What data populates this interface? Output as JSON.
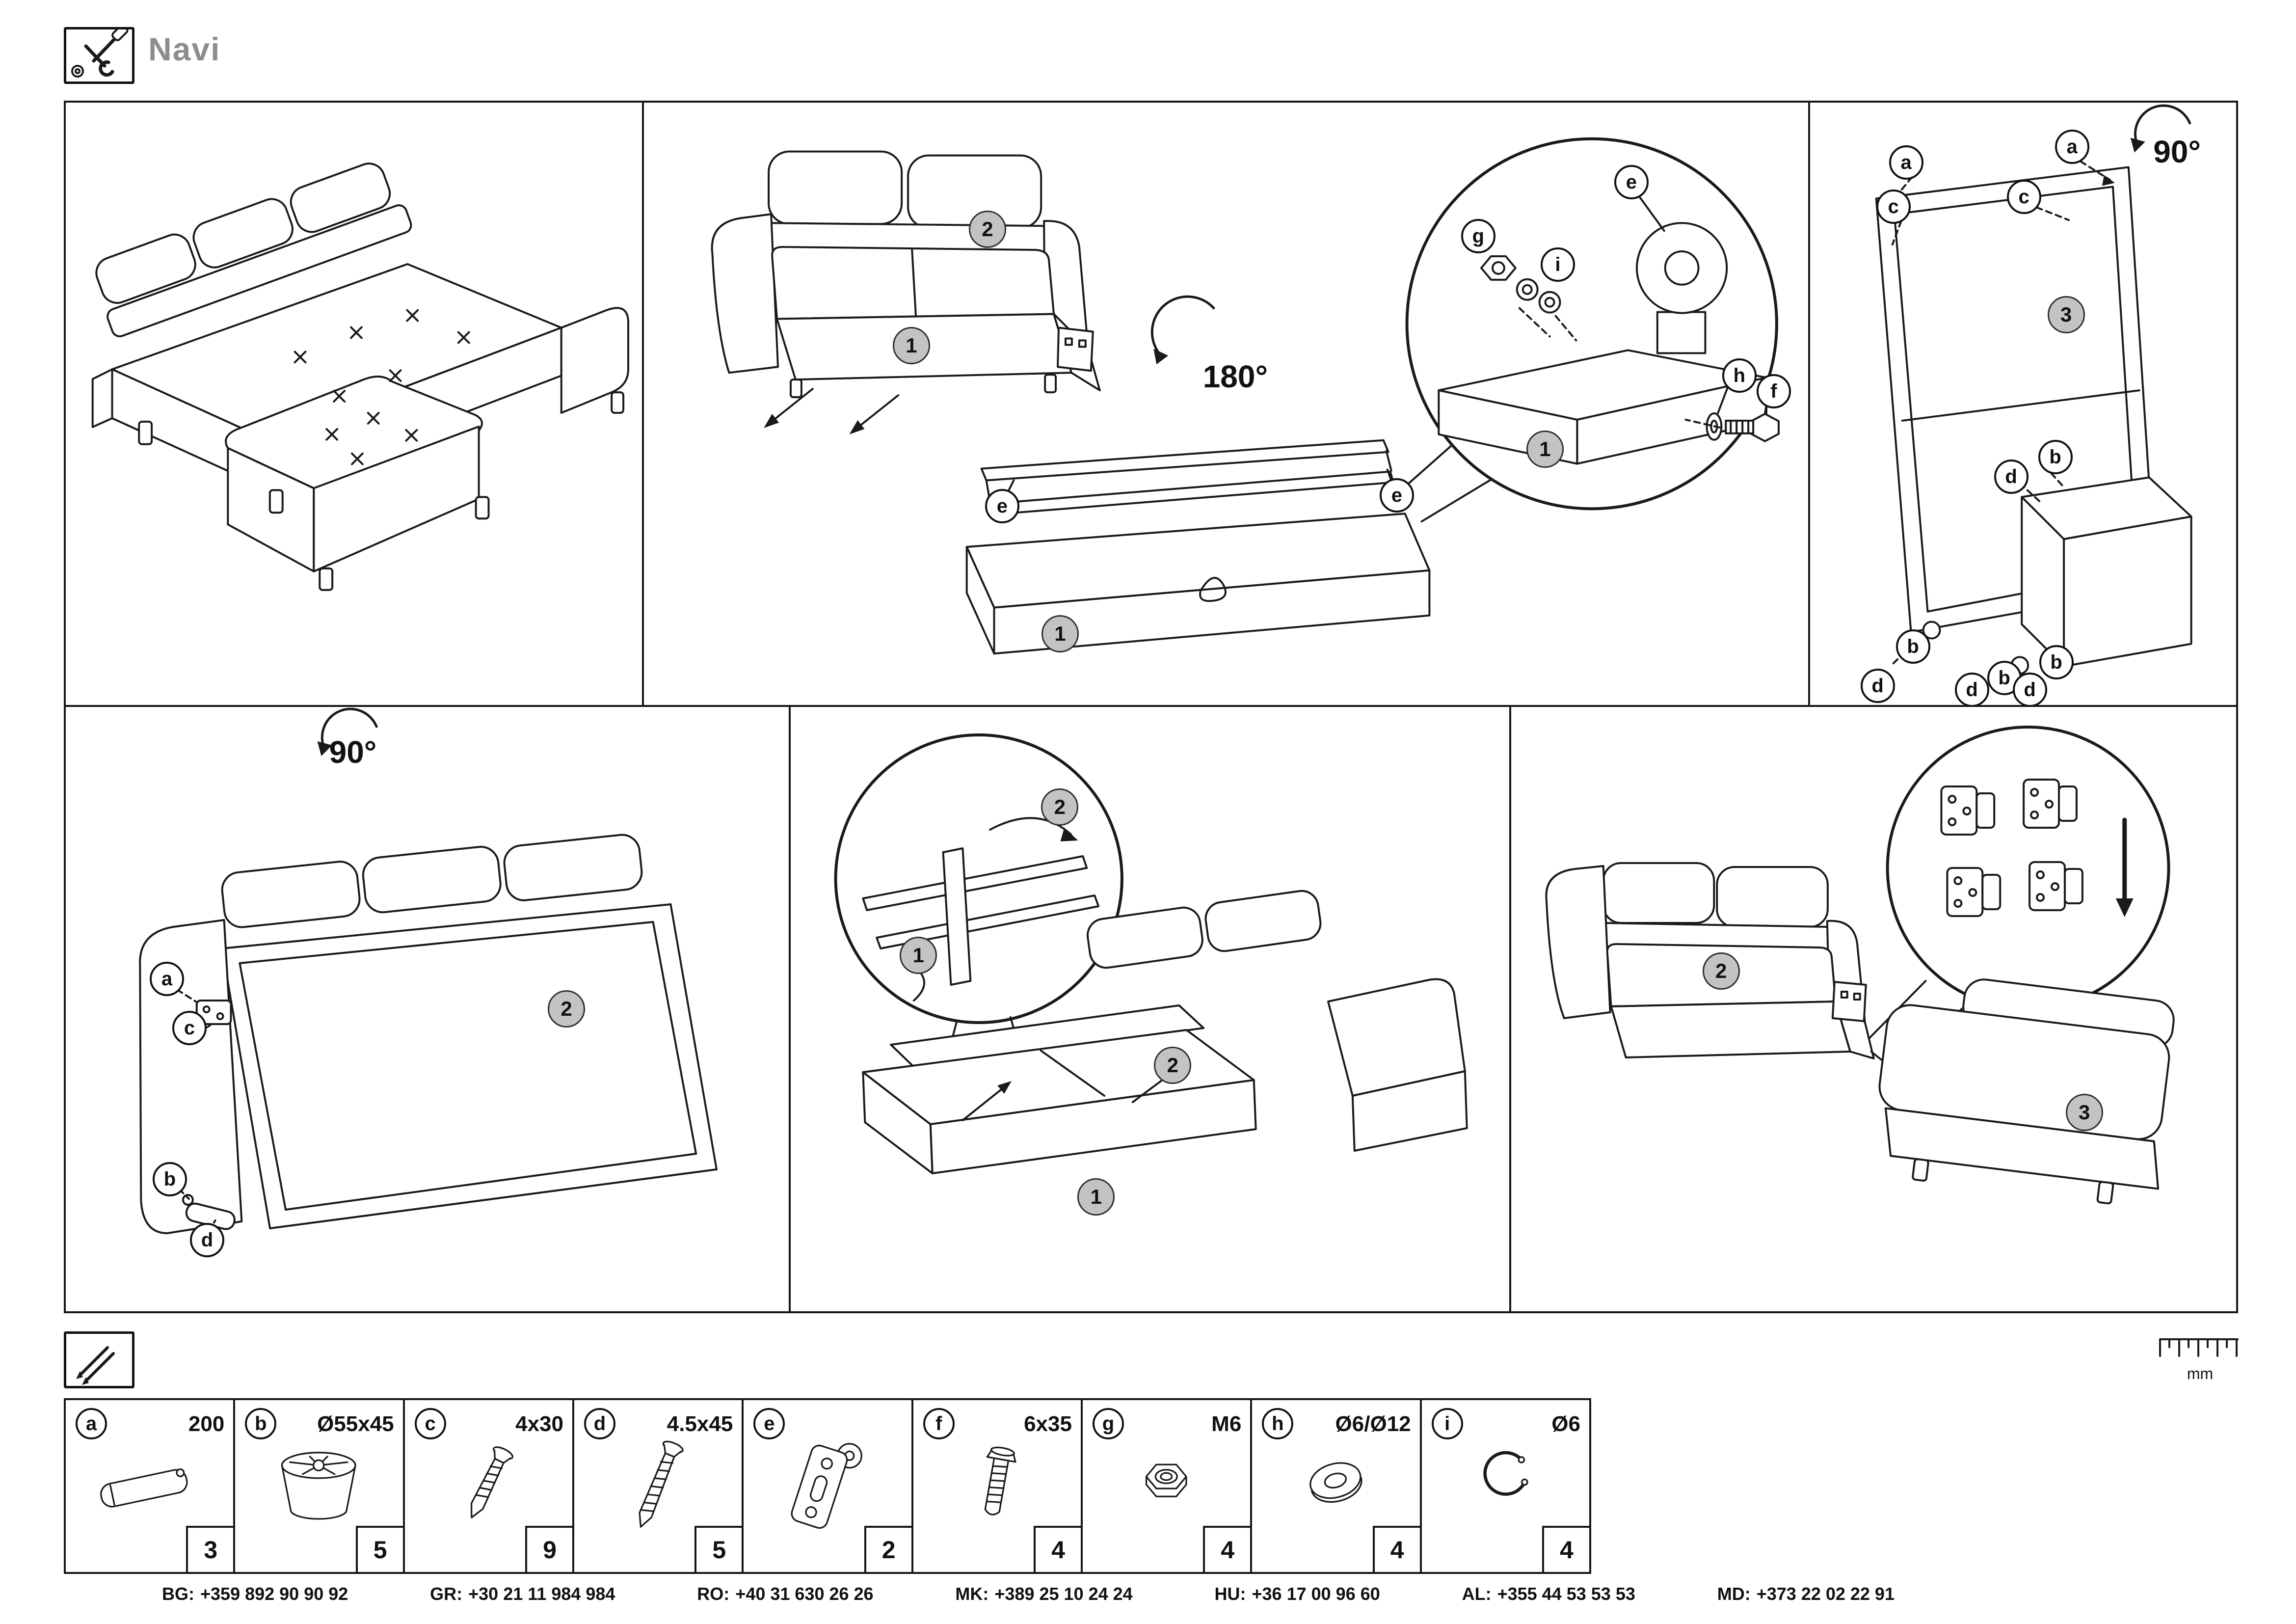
{
  "header": {
    "title": "Navi"
  },
  "labels": {
    "n1": "1",
    "n2": "2",
    "n3": "3",
    "a": "a",
    "b": "b",
    "c": "c",
    "d": "d",
    "e": "e",
    "f": "f",
    "g": "g",
    "h": "h",
    "i": "i",
    "rot180": "180°",
    "rot90": "90°"
  },
  "ruler": {
    "unit": "mm"
  },
  "parts": [
    {
      "letter": "a",
      "size": "200",
      "qty": "3"
    },
    {
      "letter": "b",
      "size": "Ø55x45",
      "qty": "5"
    },
    {
      "letter": "c",
      "size": "4x30",
      "qty": "9"
    },
    {
      "letter": "d",
      "size": "4.5x45",
      "qty": "5"
    },
    {
      "letter": "e",
      "size": "",
      "qty": "2"
    },
    {
      "letter": "f",
      "size": "6x35",
      "qty": "4"
    },
    {
      "letter": "g",
      "size": "M6",
      "qty": "4"
    },
    {
      "letter": "h",
      "size": "Ø6/Ø12",
      "qty": "4"
    },
    {
      "letter": "i",
      "size": "Ø6",
      "qty": "4"
    }
  ],
  "hotlines": [
    {
      "code": "BG:",
      "number": "+359 892 90 90 92"
    },
    {
      "code": "GR:",
      "number": "+30 21 11 984 984"
    },
    {
      "code": "RO:",
      "number": "+40 31 630 26 26"
    },
    {
      "code": "MK:",
      "number": "+389 25 10 24 24"
    },
    {
      "code": "HU:",
      "number": "+36 17 00 96 60"
    },
    {
      "code": "AL:",
      "number": "+355 44 53 53 53"
    },
    {
      "code": "MD:",
      "number": "+373 22 02 22 91"
    }
  ]
}
